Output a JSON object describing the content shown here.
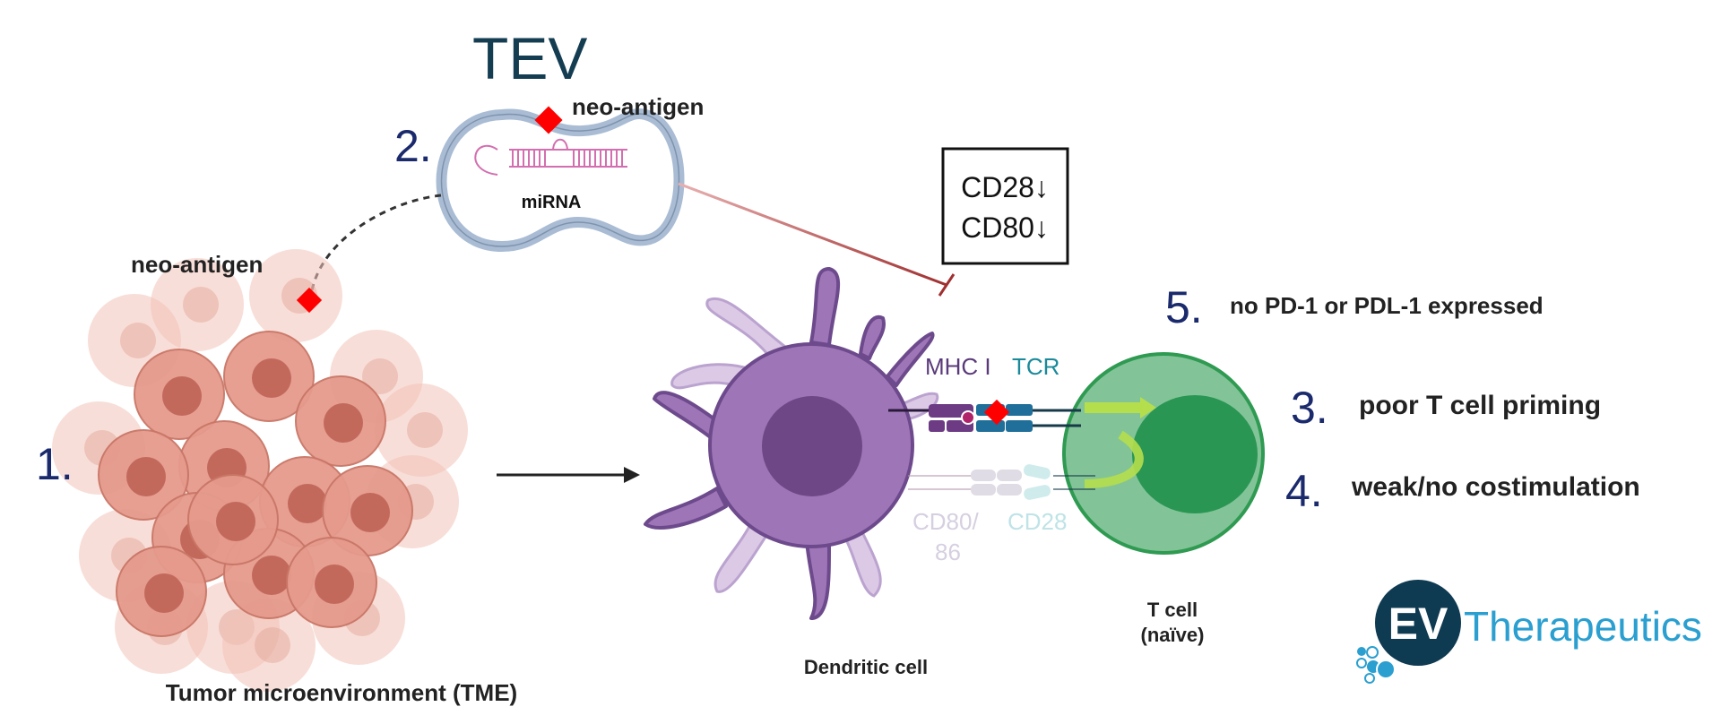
{
  "title": "TEV",
  "steps": {
    "s1": "1.",
    "s2": "2.",
    "s3": "3.",
    "s4": "4.",
    "s5": "5."
  },
  "labels": {
    "neo_antigen_vesicle": "neo-antigen",
    "neo_antigen_tumor": "neo-antigen",
    "mirna": "miRNA",
    "cd28_down": "CD28↓",
    "cd80_down": "CD80↓",
    "mhc": "MHC I",
    "tcr": "TCR",
    "cd80_86_line1": "CD80/",
    "cd80_86_line2": "86",
    "cd28": "CD28",
    "dendritic_cell": "Dendritic cell",
    "t_cell_line1": "T cell",
    "t_cell_line2": "(naïve)",
    "tme": "Tumor microenvironment (TME)",
    "step5_text": "no PD-1 or PDL-1 expressed",
    "step3_text": "poor T cell priming",
    "step4_text": "weak/no costimulation"
  },
  "logo": {
    "mark": "EV",
    "name": "Therapeutics"
  },
  "colors": {
    "title": "#143d52",
    "step_number": "#1a2a6c",
    "neo_antigen": "#ff0000",
    "inhibition": "#a03030",
    "dendritic": "#9e76b8",
    "t_cell": "#82c497",
    "tumor": "#e59a8c",
    "logo_dark": "#0e3a52",
    "logo_light": "#2a9fd0"
  }
}
